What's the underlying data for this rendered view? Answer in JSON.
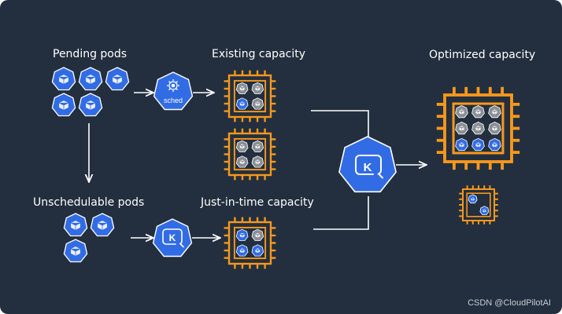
{
  "labels": {
    "pending": "Pending pods",
    "existing": "Existing capacity",
    "optimized": "Optimized capacity",
    "unschedulable": "Unschedulable pods",
    "jit": "Just-in-time capacity"
  },
  "scheduler": {
    "text": "sched",
    "icon": "kube-scheduler-icon"
  },
  "karpenter": {
    "text": "K",
    "icon": "karpenter-icon"
  },
  "watermark": "CSDN @CloudPilotAI",
  "colors": {
    "background": "#232f3e",
    "pod_blue": "#326ce5",
    "chip_orange": "#f7981d",
    "pod_gray": "#8a8f96",
    "line": "#ffffff"
  }
}
